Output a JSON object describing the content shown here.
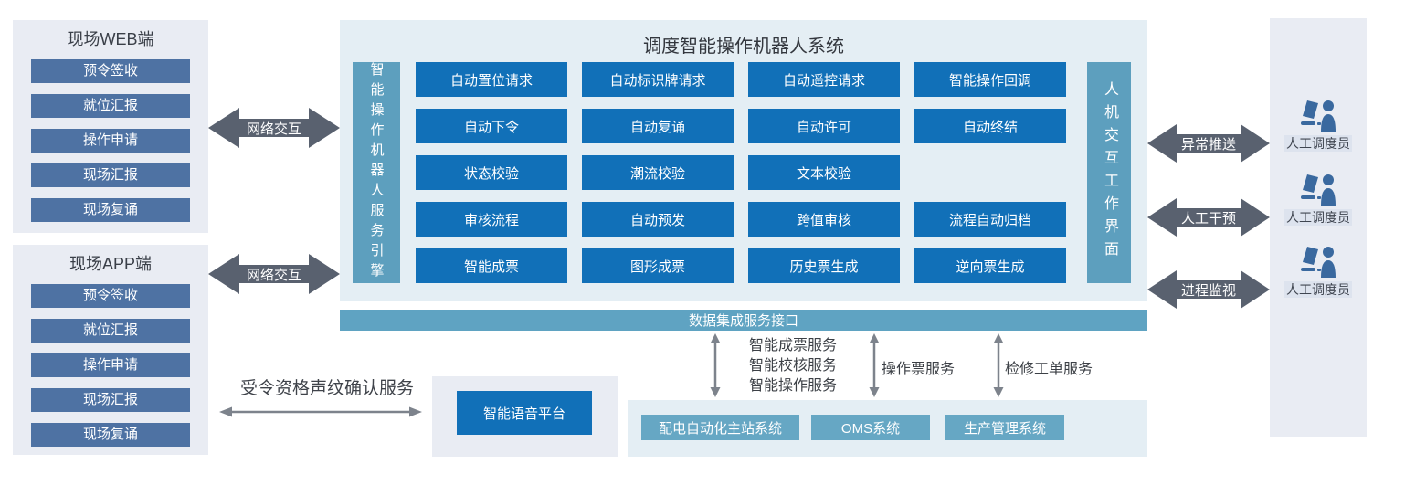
{
  "colors": {
    "accent_blue": "#1170b8",
    "steel_blue": "#5d9fbe",
    "slate_button": "#4e72a3",
    "arrow_dark": "#59616f",
    "arrow_gray": "#7d838c",
    "panel_light": "#e9ecf3",
    "panel_blue": "#e4eef4",
    "person_icon_blue": "#3a699f"
  },
  "web_panel": {
    "title": "现场WEB端",
    "items": [
      "预令签收",
      "就位汇报",
      "操作申请",
      "现场汇报",
      "现场复诵"
    ]
  },
  "app_panel": {
    "title": "现场APP端",
    "items": [
      "预令签收",
      "就位汇报",
      "操作申请",
      "现场汇报",
      "现场复诵"
    ]
  },
  "network_links": {
    "web_label": "网络交互",
    "app_label": "网络交互"
  },
  "main_system": {
    "title": "调度智能操作机器人系统",
    "left_bar": "智能操作机器人服务引擎",
    "right_bar": "人机交互工作界面",
    "grid": [
      [
        "自动置位请求",
        "自动标识牌请求",
        "自动遥控请求",
        "智能操作回调"
      ],
      [
        "自动下令",
        "自动复诵",
        "自动许可",
        "自动终结"
      ],
      [
        "状态校验",
        "潮流校验",
        "文本校验",
        ""
      ],
      [
        "审核流程",
        "自动预发",
        "跨值审核",
        "流程自动归档"
      ],
      [
        "智能成票",
        "图形成票",
        "历史票生成",
        "逆向票生成"
      ]
    ]
  },
  "data_bar": {
    "label": "数据集成服务接口"
  },
  "right_links": [
    {
      "label": "异常推送"
    },
    {
      "label": "人工干预"
    },
    {
      "label": "进程监视"
    }
  ],
  "dispatcher": {
    "label": "人工调度员"
  },
  "bottom_services": {
    "group1": [
      "智能成票服务",
      "智能校核服务",
      "智能操作服务"
    ],
    "group2": "操作票服务",
    "group3": "检修工单服务"
  },
  "bottom_systems": {
    "items": [
      "配电自动化主站系统",
      "OMS系统",
      "生产管理系统"
    ]
  },
  "voice": {
    "platform": "智能语音平台",
    "service": "受令资格声纹确认服务"
  }
}
